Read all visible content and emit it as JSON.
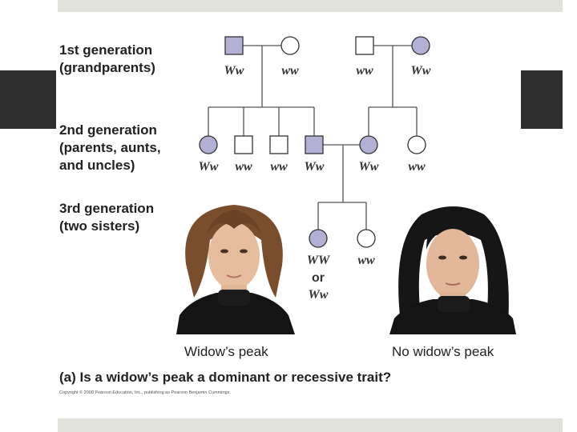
{
  "colors": {
    "affected": "#b3b0d6",
    "unaffected": "#ffffff",
    "top_bar": "#e1e3da",
    "side_block": "#2f2f2f"
  },
  "generations": [
    {
      "line1": "1st generation",
      "line2": "(grandparents)",
      "line3": ""
    },
    {
      "line1": "2nd generation",
      "line2": "(parents, aunts,",
      "line3": "and uncles)"
    },
    {
      "line1": "3rd generation",
      "line2": "(two sisters)",
      "line3": ""
    }
  ],
  "individuals": {
    "g1_grandfather_left": {
      "sex": "male",
      "affected": true,
      "genotype": "Ww"
    },
    "g1_grandmother_left": {
      "sex": "female",
      "affected": false,
      "genotype": "ww"
    },
    "g1_grandfather_right": {
      "sex": "male",
      "affected": false,
      "genotype": "ww"
    },
    "g1_grandmother_right": {
      "sex": "female",
      "affected": true,
      "genotype": "Ww"
    },
    "g2_aunt": {
      "sex": "female",
      "affected": true,
      "genotype": "Ww"
    },
    "g2_uncle_1": {
      "sex": "male",
      "affected": false,
      "genotype": "ww"
    },
    "g2_uncle_2": {
      "sex": "male",
      "affected": false,
      "genotype": "ww"
    },
    "g2_father": {
      "sex": "male",
      "affected": true,
      "genotype": "Ww"
    },
    "g2_mother": {
      "sex": "female",
      "affected": true,
      "genotype": "Ww"
    },
    "g2_aunt_right": {
      "sex": "female",
      "affected": false,
      "genotype": "ww"
    },
    "g3_sister_left": {
      "sex": "female",
      "affected": true,
      "genotype_line1": "WW",
      "genotype_or": "or",
      "genotype_line2": "Ww"
    },
    "g3_sister_right": {
      "sex": "female",
      "affected": false,
      "genotype": "ww"
    }
  },
  "photos": {
    "left_caption": "Widow’s peak",
    "right_caption": "No widow’s peak"
  },
  "question": "(a) Is a widow’s peak a dominant or recessive trait?",
  "copyright": "Copyright © 2008 Pearson Education, Inc., publishing as Pearson Benjamin Cummings."
}
